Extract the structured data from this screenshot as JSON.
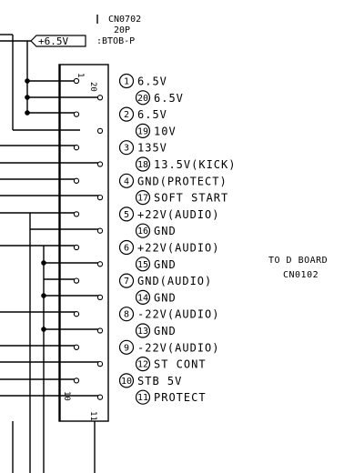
{
  "connector": {
    "ref": "CN0702",
    "pin_count": "20P",
    "part": ":BTOB-P",
    "supply_tag": "+6.5V",
    "pin_marks": [
      "1",
      "20",
      "10",
      "11"
    ]
  },
  "pins": [
    {
      "num": "1",
      "label": "6.5V"
    },
    {
      "num": "20",
      "label": "6.5V"
    },
    {
      "num": "2",
      "label": "6.5V"
    },
    {
      "num": "19",
      "label": "10V"
    },
    {
      "num": "3",
      "label": "135V"
    },
    {
      "num": "18",
      "label": "13.5V(KICK)"
    },
    {
      "num": "4",
      "label": "GND(PROTECT)"
    },
    {
      "num": "17",
      "label": "SOFT START"
    },
    {
      "num": "5",
      "label": "+22V(AUDIO)"
    },
    {
      "num": "16",
      "label": "GND"
    },
    {
      "num": "6",
      "label": "+22V(AUDIO)"
    },
    {
      "num": "15",
      "label": "GND"
    },
    {
      "num": "7",
      "label": "GND(AUDIO)"
    },
    {
      "num": "14",
      "label": "GND"
    },
    {
      "num": "8",
      "label": "-22V(AUDIO)"
    },
    {
      "num": "13",
      "label": "GND"
    },
    {
      "num": "9",
      "label": "-22V(AUDIO)"
    },
    {
      "num": "12",
      "label": "ST CONT"
    },
    {
      "num": "10",
      "label": "STB 5V"
    },
    {
      "num": "11",
      "label": "PROTECT"
    }
  ],
  "destination": {
    "line1": "TO D BOARD",
    "line2": "CN0102"
  }
}
